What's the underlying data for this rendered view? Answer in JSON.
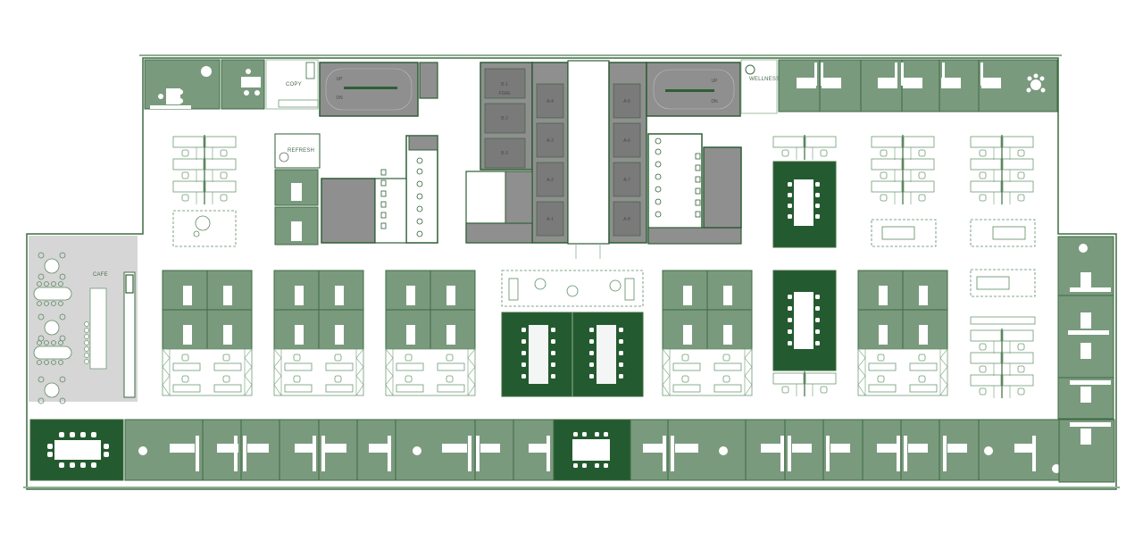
{
  "plan": {
    "type": "office-floor-plan",
    "colors": {
      "background": "#ffffff",
      "wall": "#2f5e36",
      "office_fill": "#7a9a7e",
      "conference_fill": "#245a2f",
      "core_fill": "#8f8f8f",
      "core_dark": "#6e6e6e",
      "cafe_fill": "#d6d6d6",
      "furniture_line": "#5e8a63",
      "furniture_fill": "#ffffff"
    },
    "labels": {
      "copy": "COPY",
      "refresh": "REFRESH",
      "wellness": "WELLNESS",
      "cafe": "CAFE",
      "fsae": "FSAE",
      "stair_up_left": "UP",
      "stair_dn_left": "DN",
      "stair_up_right": "UP",
      "stair_dn_right": "DN"
    },
    "elevators": {
      "bank_b": [
        "B-1",
        "B-2",
        "B-3"
      ],
      "bank_a_left": [
        "A-4",
        "A-3",
        "A-2",
        "A-1"
      ],
      "bank_a_right": [
        "A-5",
        "A-6",
        "A-7",
        "A-8"
      ]
    },
    "zones": [
      {
        "id": "top-left-offices",
        "type": "private-office",
        "count": 2
      },
      {
        "id": "copy-room",
        "type": "support"
      },
      {
        "id": "refresh-room",
        "type": "support"
      },
      {
        "id": "wellness-room",
        "type": "support"
      },
      {
        "id": "top-right-offices",
        "type": "private-office",
        "count": 6
      },
      {
        "id": "cafe",
        "type": "amenity"
      },
      {
        "id": "bottom-offices",
        "type": "private-office",
        "count": 16
      },
      {
        "id": "bottom-left-conference",
        "type": "conference",
        "seats": 12
      },
      {
        "id": "bottom-center-conference",
        "type": "conference",
        "seats": 8
      },
      {
        "id": "center-conference-pair",
        "type": "conference",
        "count": 2
      },
      {
        "id": "right-conference-upper",
        "type": "conference",
        "seats": 10
      },
      {
        "id": "right-conference-lower",
        "type": "conference",
        "seats": 12
      },
      {
        "id": "right-wing-offices",
        "type": "private-office",
        "count": 5
      },
      {
        "id": "lounge",
        "type": "collaboration"
      },
      {
        "id": "open-workstations",
        "type": "workstation"
      }
    ]
  }
}
